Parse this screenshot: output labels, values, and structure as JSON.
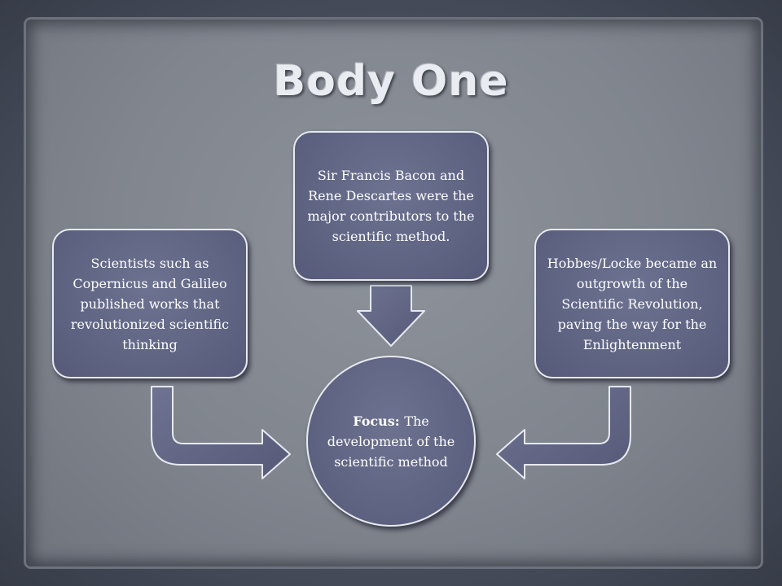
{
  "slide": {
    "title": "Body One",
    "box_left": "Scientists such as Copernicus and Galileo published works that revolutionized scientific thinking",
    "box_top": "Sir Francis Bacon and Rene Descartes were the major contributors to the scientific method.",
    "box_right": "Hobbes/Locke became an outgrowth of the Scientific Revolution,  paving the way for the Enlightenment",
    "focus_label": "Focus:",
    "focus_text": "The development of the scientific method"
  },
  "colors": {
    "background": "#4a5160",
    "panel": "#80858e",
    "shape_fill": "#5f6483",
    "shape_border": "#e7e9f0",
    "text": "#ffffff"
  }
}
